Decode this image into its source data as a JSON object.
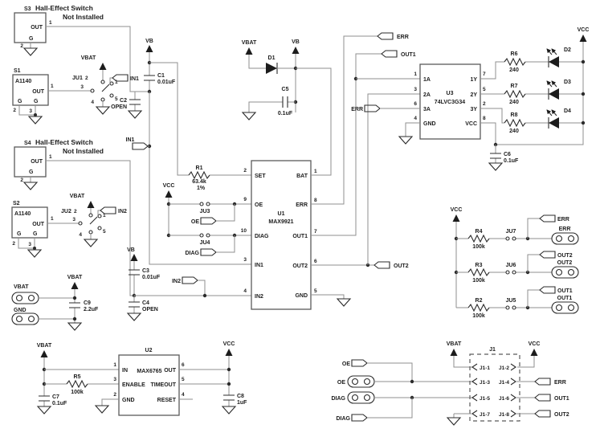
{
  "nets": {
    "vbat": "VBAT",
    "vb": "VB",
    "vcc": "VCC",
    "gnd": "GND",
    "in1": "IN1",
    "in2": "IN2",
    "out1": "OUT1",
    "out2": "OUT2",
    "err": "ERR",
    "oe": "OE",
    "diag": "DIAG"
  },
  "hall": {
    "title": "Hall-Effect Switch",
    "note": "Not Installed"
  },
  "s1": {
    "ref": "S1",
    "part": "A1140"
  },
  "s2": {
    "ref": "S2",
    "part": "A1140"
  },
  "s3": {
    "ref": "S3"
  },
  "s4": {
    "ref": "S4"
  },
  "sw_pins": {
    "out": "OUT",
    "g": "G"
  },
  "pinnum": {
    "1": "1",
    "2": "2",
    "3": "3",
    "4": "4",
    "5": "5",
    "6": "6",
    "7": "7",
    "8": "8",
    "9": "9",
    "10": "10"
  },
  "jumpers": {
    "ju1": "JU1",
    "ju2": "JU2",
    "ju3": "JU3",
    "ju4": "JU4",
    "ju5": "JU5",
    "ju6": "JU6",
    "ju7": "JU7"
  },
  "j1": {
    "ref": "J1",
    "pins": [
      "J1-1",
      "J1-2",
      "J1-3",
      "J1-4",
      "J1-5",
      "J1-6",
      "J1-7",
      "J1-8"
    ]
  },
  "u1": {
    "ref": "U1",
    "part": "MAX9921",
    "lp": [
      {
        "n": "2",
        "t": "SET"
      },
      {
        "n": "9",
        "t": "OE"
      },
      {
        "n": "10",
        "t": "DIAG"
      },
      {
        "n": "3",
        "t": "IN1"
      },
      {
        "n": "4",
        "t": "IN2"
      }
    ],
    "rp": [
      {
        "n": "1",
        "t": "BAT"
      },
      {
        "n": "8",
        "t": "ERR"
      },
      {
        "n": "7",
        "t": "OUT1"
      },
      {
        "n": "6",
        "t": "OUT2"
      },
      {
        "n": "5",
        "t": "GND"
      }
    ]
  },
  "u2": {
    "ref": "U2",
    "part": "MAX6765",
    "lp": [
      {
        "n": "1",
        "t": "IN"
      },
      {
        "n": "3",
        "t": "ENABLE"
      },
      {
        "n": "2",
        "t": "GND"
      }
    ],
    "rp": [
      {
        "n": "6",
        "t": "OUT"
      },
      {
        "n": "5",
        "t": "TIMEOUT"
      },
      {
        "n": "4",
        "t": "RESET"
      }
    ]
  },
  "u3": {
    "ref": "U3",
    "part": "74LVC3G34",
    "lp": [
      {
        "n": "1",
        "t": "1A"
      },
      {
        "n": "3",
        "t": "2A"
      },
      {
        "n": "6",
        "t": "3A"
      },
      {
        "n": "4",
        "t": "GND"
      }
    ],
    "rp": [
      {
        "n": "7",
        "t": "1Y"
      },
      {
        "n": "5",
        "t": "2Y"
      },
      {
        "n": "2",
        "t": "3Y"
      },
      {
        "n": "8",
        "t": "VCC"
      }
    ]
  },
  "r1": {
    "ref": "R1",
    "val": "63.4k",
    "tol": "1%"
  },
  "r2": {
    "ref": "R2",
    "val": "100k"
  },
  "r3": {
    "ref": "R3",
    "val": "100k"
  },
  "r4": {
    "ref": "R4",
    "val": "100k"
  },
  "r5": {
    "ref": "R5",
    "val": "100k"
  },
  "r6": {
    "ref": "R6",
    "val": "240"
  },
  "r7": {
    "ref": "R7",
    "val": "240"
  },
  "r8": {
    "ref": "R8",
    "val": "240"
  },
  "c1": {
    "ref": "C1",
    "val": "0.01uF"
  },
  "c2": {
    "ref": "C2",
    "val": "OPEN"
  },
  "c3": {
    "ref": "C3",
    "val": "0.01uF"
  },
  "c4": {
    "ref": "C4",
    "val": "OPEN"
  },
  "c5": {
    "ref": "C5",
    "val": "0.1uF"
  },
  "c6": {
    "ref": "C6",
    "val": "0.1uF"
  },
  "c7": {
    "ref": "C7",
    "val": "0.1uF"
  },
  "c8": {
    "ref": "C8",
    "val": "1uF"
  },
  "c9": {
    "ref": "C9",
    "val": "2.2uF"
  },
  "d1": {
    "ref": "D1"
  },
  "d2": {
    "ref": "D2"
  },
  "d3": {
    "ref": "D3"
  },
  "d4": {
    "ref": "D4"
  }
}
